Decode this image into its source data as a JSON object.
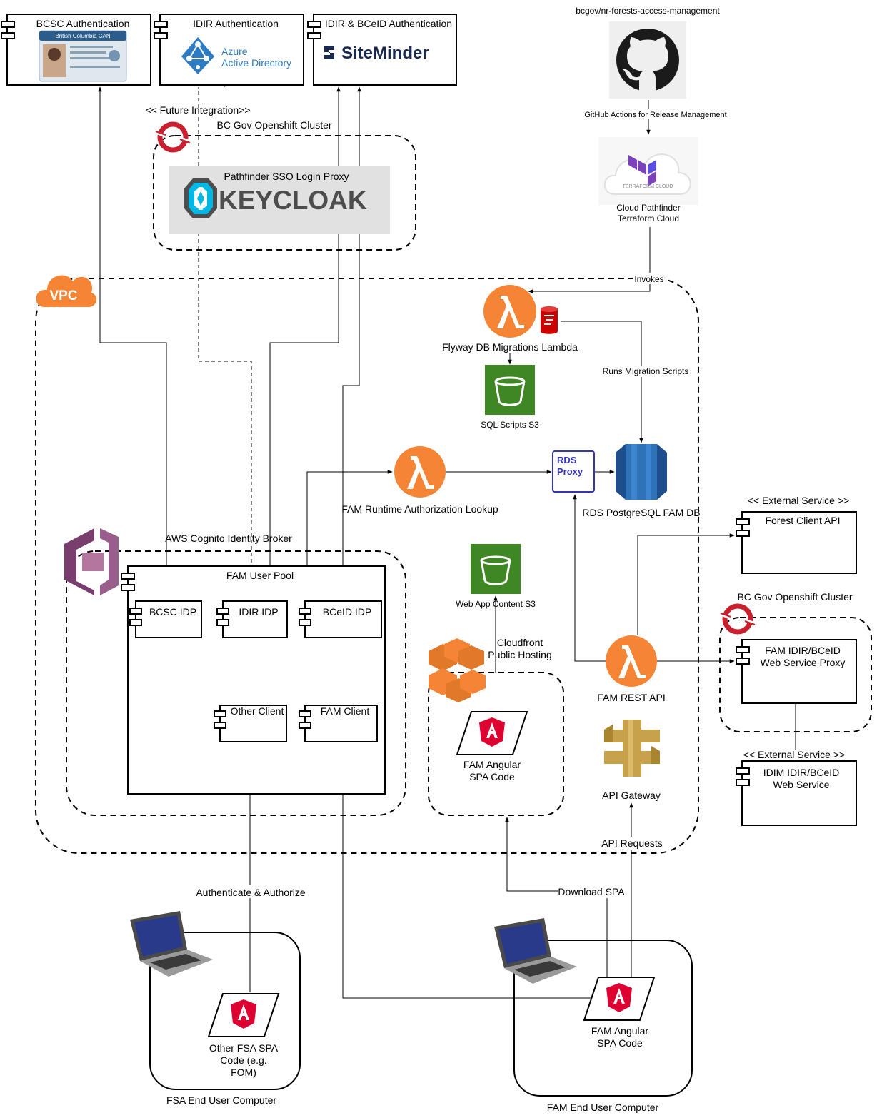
{
  "auth": {
    "bcsc": "BCSC Authentication",
    "idir": "IDIR Authentication",
    "siteminder": "IDIR & BCeID Authentication",
    "azure_line1": "Azure",
    "azure_line2": "Active Directory",
    "siteminder_logo": "SiteMinder",
    "card_title": "British Columbia CAN"
  },
  "future_integration": "<< Future Integration>>",
  "openshift_top": {
    "title": "BC Gov Openshift Cluster",
    "keycloak_label": "Pathfinder SSO Login Proxy",
    "keycloak_logo": "KEYCLOAK"
  },
  "github": {
    "repo": "bcgov/nr-forests-access-management",
    "actions": "GitHub Actions for Release Management",
    "terraform_logo": "TERRAFORM CLOUD",
    "terraform_line1": "Cloud Pathfinder",
    "terraform_line2": "Terraform Cloud",
    "invokes": "Invokes"
  },
  "vpc": {
    "badge": "VPC",
    "flyway": "Flyway DB Migrations Lambda",
    "sql_s3": "SQL Scripts S3",
    "runs_scripts": "Runs Migration Scripts",
    "rds_proxy_line1": "RDS",
    "rds_proxy_line2": "Proxy",
    "rds_db": "RDS PostgreSQL FAM DB",
    "runtime_lookup": "FAM Runtime Authorization Lookup",
    "cognito_title": "AWS Cognito Identity Broker",
    "user_pool": "FAM User Pool",
    "bcsc_idp": "BCSC IDP",
    "idir_idp": "IDIR IDP",
    "bceid_idp": "BCeID IDP",
    "other_client": "Other Client",
    "fam_client": "FAM Client",
    "webapp_s3": "Web App Content S3",
    "cloudfront_line1": "Cloudfront",
    "cloudfront_line2": "Public Hosting",
    "spa_line1": "FAM Angular",
    "spa_line2": "SPA Code",
    "rest_api": "FAM REST API",
    "api_gateway": "API Gateway"
  },
  "external": {
    "stereotype1": "<< External Service >>",
    "forest_client": "Forest Client API",
    "openshift_right": "BC Gov Openshift Cluster",
    "proxy_line1": "FAM IDIR/BCeID",
    "proxy_line2": "Web Service Proxy",
    "stereotype2": "<< External Service >>",
    "idim_line1": "IDIM IDIR/BCeID",
    "idim_line2": "Web Service"
  },
  "edges": {
    "auth_authorize": "Authenticate & Authorize",
    "download_spa": "Download SPA",
    "api_requests": "API Requests"
  },
  "computers": {
    "fsa_spa_line1": "Other FSA SPA",
    "fsa_spa_line2": "Code (e.g.",
    "fsa_spa_line3": "FOM)",
    "fsa_title": "FSA End User Computer",
    "fam_spa_line1": "FAM Angular",
    "fam_spa_line2": "SPA Code",
    "fam_title": "FAM End User Computer"
  },
  "colors": {
    "lambda": "#f58534",
    "s3": "#3f8624",
    "rds": "#2e73b8",
    "rds_proxy": "#3334b9",
    "angular": "#dd0031",
    "openshift": "#c8202e",
    "cognito": "#995e8b",
    "api_gateway": "#c8a24b",
    "azure": "#2d7bc4",
    "terraform": "#7b42bc",
    "flyway": "#cc0200"
  }
}
